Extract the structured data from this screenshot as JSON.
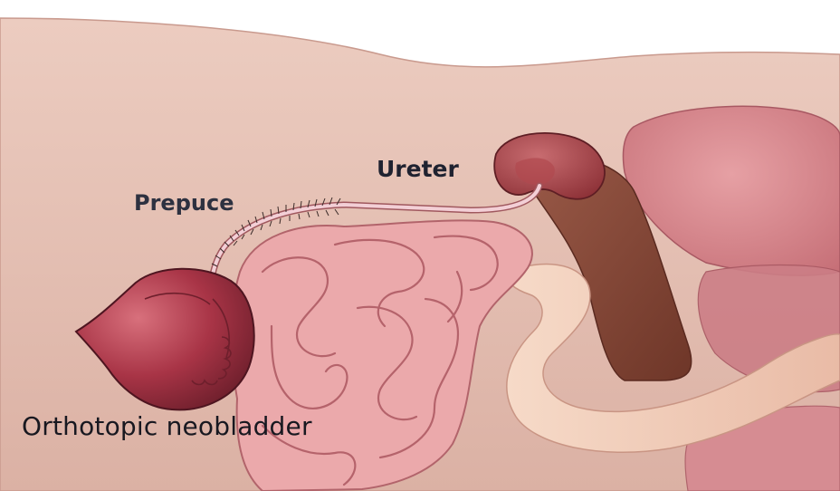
{
  "labels": {
    "ureter": "Ureter",
    "prepuce": "Prepuce",
    "neobladder": "Orthotopic neobladder"
  },
  "colors": {
    "background": "#ffffff",
    "body_skin": "#e6c3b7",
    "intestine": "#e8a6a8",
    "intestine_outline": "#b86a70",
    "neobladder": "#a83a4a",
    "kidney": "#9b3a3a",
    "ureter_tube": "#f1c6cf",
    "liver": "#8a4a3a",
    "lung": "#d98a90",
    "rectum": "#f2d0bd",
    "label_text": "#1f2230"
  }
}
